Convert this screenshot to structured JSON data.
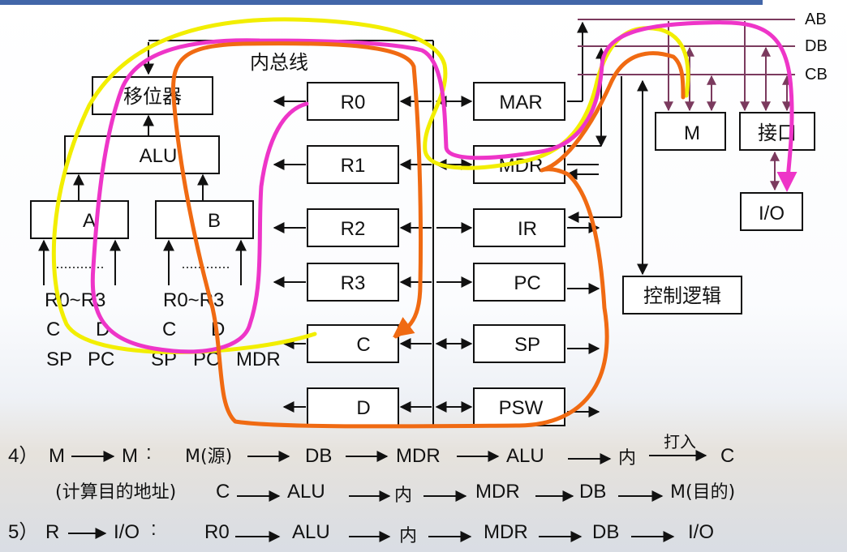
{
  "colors": {
    "bus": "#7b3a5e",
    "yellow_highlight": "#f2ee00",
    "pink_highlight": "#ee35c8",
    "orange_highlight": "#f06a12",
    "top_bar": "#4266a8"
  },
  "diagram": {
    "internal_bus_label": "内总线",
    "shifter_label": "移位器",
    "alu_label": "ALU",
    "latch_a_label": "A",
    "latch_b_label": "B",
    "a_inputs": {
      "line1": "R0~R3",
      "line2_left": "C",
      "line2_right": "D",
      "line3_left": "SP",
      "line3_right": "PC"
    },
    "b_inputs": {
      "line1": "R0~R3",
      "line2_left": "C",
      "line2_right": "D",
      "line3_left": "SP",
      "line3_mid": "PC",
      "line3_right": "MDR"
    },
    "registers_left": [
      "R0",
      "R1",
      "R2",
      "R3",
      "C",
      "D"
    ],
    "registers_right": [
      "MAR",
      "MDR",
      "IR",
      "PC",
      "SP",
      "PSW"
    ],
    "control_logic_label": "控制逻辑",
    "memory_label": "M",
    "interface_label": "接口",
    "io_label": "I/O",
    "buses": [
      "AB",
      "DB",
      "CB"
    ]
  },
  "steps": {
    "step4": {
      "number": "4）",
      "header_src": "M",
      "header_dst": "M",
      "colon": ":",
      "line1": [
        "M(源)",
        "DB",
        "MDR",
        "ALU",
        "内",
        "C"
      ],
      "line1_arrow_note": "打入",
      "line2_prefix": "(计算目的地址)",
      "line2": [
        "C",
        "ALU",
        "内",
        "MDR",
        "DB",
        "M(目的)"
      ]
    },
    "step5": {
      "number": "5）",
      "header_src": "R",
      "header_dst": "I/O",
      "colon": ":",
      "line": [
        "R0",
        "ALU",
        "内",
        "MDR",
        "DB",
        "I/O"
      ]
    }
  }
}
